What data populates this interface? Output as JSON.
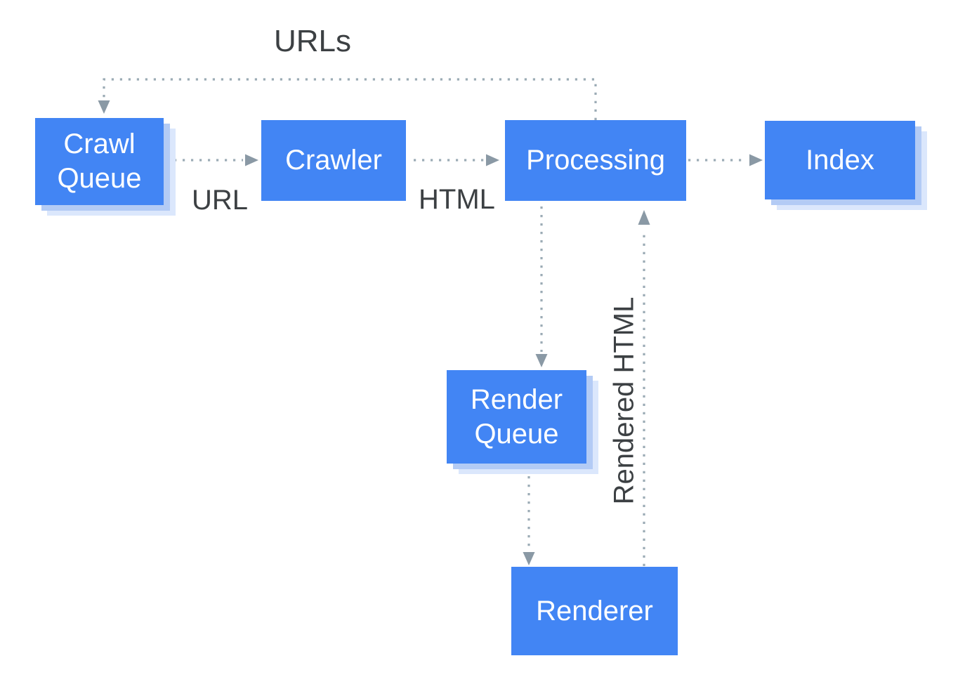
{
  "diagram": {
    "title": "",
    "nodes": {
      "crawl_queue": {
        "label": "Crawl\nQueue"
      },
      "crawler": {
        "label": "Crawler"
      },
      "processing": {
        "label": "Processing"
      },
      "index": {
        "label": "Index"
      },
      "render_queue": {
        "label": "Render\nQueue"
      },
      "renderer": {
        "label": "Renderer"
      }
    },
    "edges": [
      {
        "from": "processing",
        "to": "crawl_queue",
        "label": "URLs",
        "style": "dotted-arrow"
      },
      {
        "from": "crawl_queue",
        "to": "crawler",
        "label": "URL",
        "style": "dotted-arrow"
      },
      {
        "from": "crawler",
        "to": "processing",
        "label": "HTML",
        "style": "dotted-arrow"
      },
      {
        "from": "processing",
        "to": "index",
        "label": "",
        "style": "dotted-arrow"
      },
      {
        "from": "processing",
        "to": "render_queue",
        "label": "",
        "style": "dotted-arrow"
      },
      {
        "from": "render_queue",
        "to": "renderer",
        "label": "",
        "style": "dotted-arrow"
      },
      {
        "from": "renderer",
        "to": "processing",
        "label": "Rendered HTML",
        "style": "dotted-arrow"
      }
    ],
    "colors": {
      "node_fill": "#4285f4",
      "node_text": "#ffffff",
      "shadow_inner": "#b3cbf5",
      "shadow_outer": "#dbe7fc",
      "dot": "#9babb5",
      "arrow": "#8a99a5",
      "label_text": "#3c4043",
      "background": "#ffffff"
    }
  }
}
